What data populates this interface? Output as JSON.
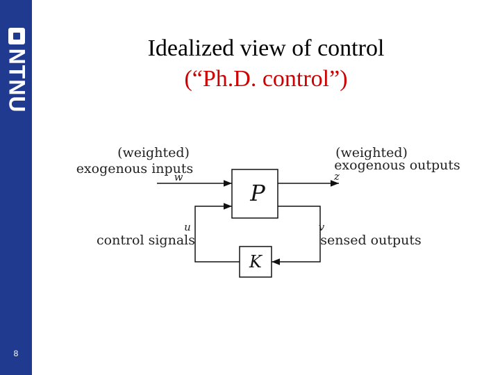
{
  "slide": {
    "logo_text": "NTNU",
    "page_number": "8",
    "title": "Idealized view of control",
    "subtitle": "(“Ph.D. control”)"
  },
  "diagram": {
    "plant_label": "P",
    "controller_label": "K",
    "input_label_line1": "(weighted)",
    "input_label_line2": "exogenous inputs",
    "output_label_line1": "(weighted)",
    "output_label_line2": "exogenous outputs",
    "control_label": "control signals",
    "sensed_label": "sensed outputs",
    "w": "w",
    "z": "z",
    "u": "u",
    "v": "v"
  }
}
